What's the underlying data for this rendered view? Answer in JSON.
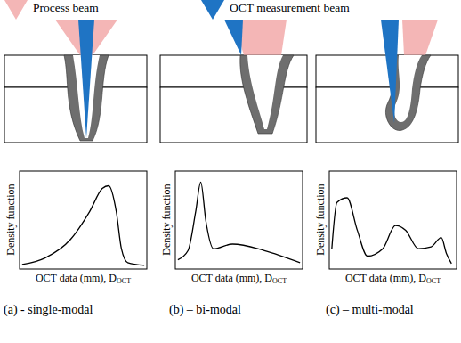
{
  "diagram": {
    "labels": [
      "Density function",
      "OCT data (mm), D",
      "OCT",
      "Density function",
      "OCT data (mm), D",
      "OCT",
      "Density function",
      "OCT data (mm), D",
      "OCT",
      "(a) - single-modal",
      "(b) – bi-modal",
      "(c) – multi-modal"
    ],
    "legend": [
      {
        "text": "Process beam",
        "color": "#f4b6b6"
      },
      {
        "text": "OCT measurement beam",
        "color": "#1f74c4"
      }
    ]
  }
}
